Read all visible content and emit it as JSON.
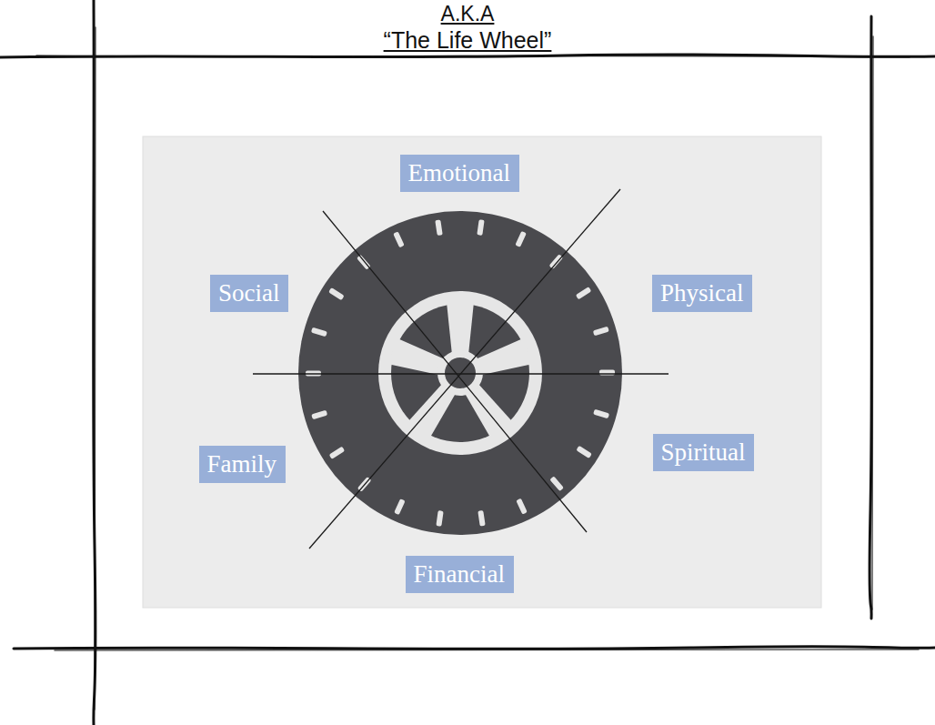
{
  "diagram": {
    "title": "A.K.A",
    "nodes": [
      {
        "text": [
          "Emotional"
        ]
      },
      {
        "text": [
          "Social"
        ]
      },
      {
        "text": [
          "Physical"
        ]
      },
      {
        "text": [
          "Family"
        ]
      },
      {
        "text": [
          "Spiritual"
        ]
      },
      {
        "text": [
          "Financial"
        ]
      }
    ],
    "labels": [
      "“The Life Wheel”"
    ]
  }
}
